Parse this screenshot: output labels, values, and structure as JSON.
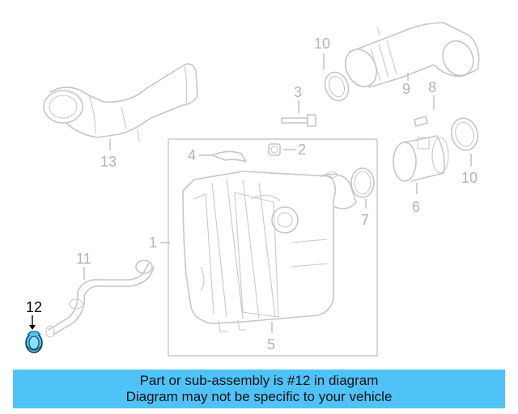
{
  "diagram": {
    "callouts": {
      "c1": "1",
      "c2": "2",
      "c3": "3",
      "c4": "4",
      "c5": "5",
      "c6": "6",
      "c7": "7",
      "c8": "8",
      "c9": "9",
      "c10a": "10",
      "c10b": "10",
      "c11": "11",
      "c12": "12",
      "c13": "13"
    },
    "highlighted_part": "12",
    "highlight_color": "#4fc3f7"
  },
  "banner": {
    "line1": "Part or sub-assembly is #12 in diagram",
    "line2": "Diagram may not be specific to your vehicle",
    "background": "#4fc3f7"
  }
}
